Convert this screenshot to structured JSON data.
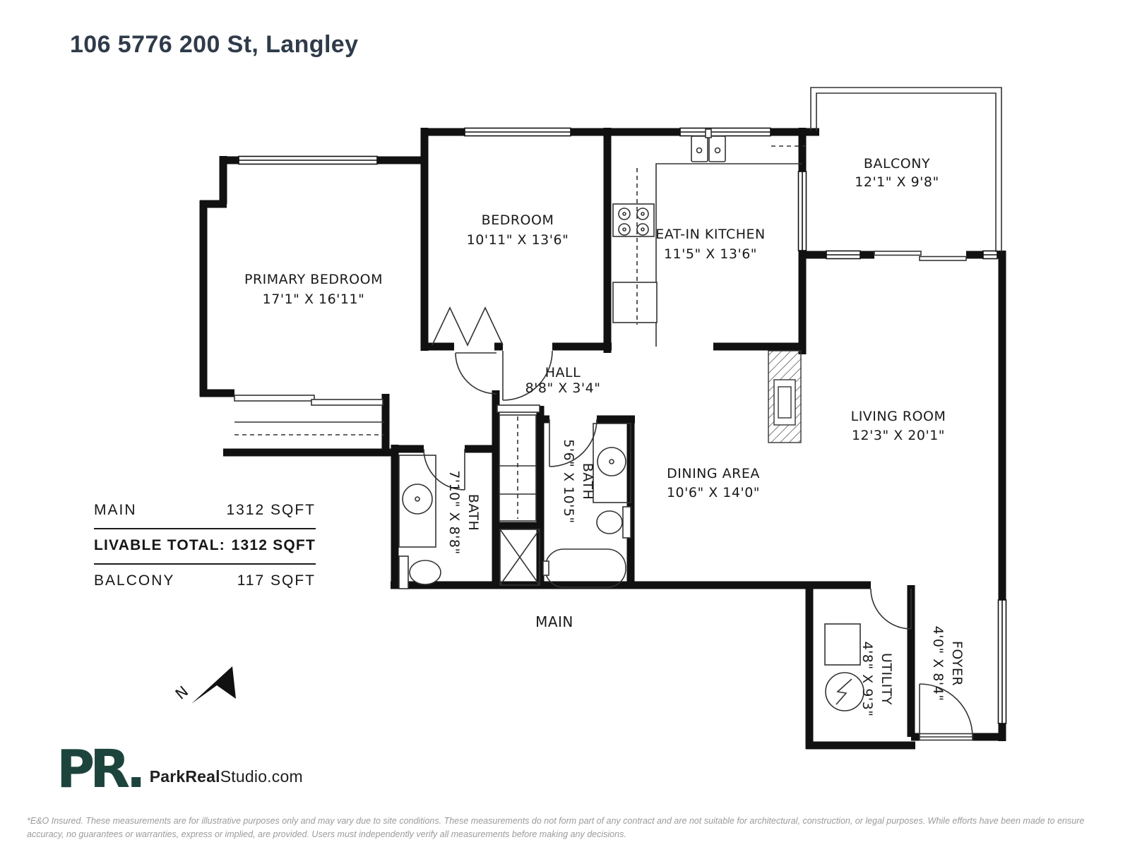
{
  "title": "106 5776 200 St, Langley",
  "floor_label": "MAIN",
  "compass": "N",
  "rooms": [
    {
      "name": "PRIMARY BEDROOM",
      "dims": "17'1\" X 16'11\""
    },
    {
      "name": "BEDROOM",
      "dims": "10'11\" X 13'6\""
    },
    {
      "name": "EAT-IN KITCHEN",
      "dims": "11'5\" X 13'6\""
    },
    {
      "name": "BALCONY",
      "dims": "12'1\" X 9'8\""
    },
    {
      "name": "HALL",
      "dims": "8'8\" X 3'4\""
    },
    {
      "name": "LIVING ROOM",
      "dims": "12'3\" X 20'1\""
    },
    {
      "name": "DINING AREA",
      "dims": "10'6\" X 14'0\""
    },
    {
      "name": "BATH",
      "dims": "7'10\" X 8'8\""
    },
    {
      "name": "BATH",
      "dims": "5'6\" X 10'5\""
    },
    {
      "name": "UTILITY",
      "dims": "4'8\" X 9'3\""
    },
    {
      "name": "FOYER",
      "dims": "4'0\" X 8'4\""
    }
  ],
  "area_table": {
    "rows": [
      {
        "label": "MAIN",
        "value": "1312 SQFT"
      },
      {
        "label": "LIVABLE TOTAL:",
        "value": "1312 SQFT"
      },
      {
        "label": "BALCONY",
        "value": "117 SQFT"
      }
    ]
  },
  "branding": {
    "monogram": "PR.",
    "wordmark_bold": "ParkReal",
    "wordmark_regular": "Studio.com"
  },
  "disclaimer": "*E&O Insured. These measurements are for illustrative purposes only and may vary due to site conditions. These measurements do not form part of any contract and are not suitable for architectural, construction, or legal purposes. While efforts have been made to ensure accuracy, no guarantees or warranties, express or implied, are provided. Users must independently verify all measurements before making any decisions.",
  "colors": {
    "wall": "#111111",
    "thin_line": "#333333",
    "title": "#2f3b4a",
    "logo": "#1c443d",
    "disclaimer": "#9b9b9b"
  }
}
